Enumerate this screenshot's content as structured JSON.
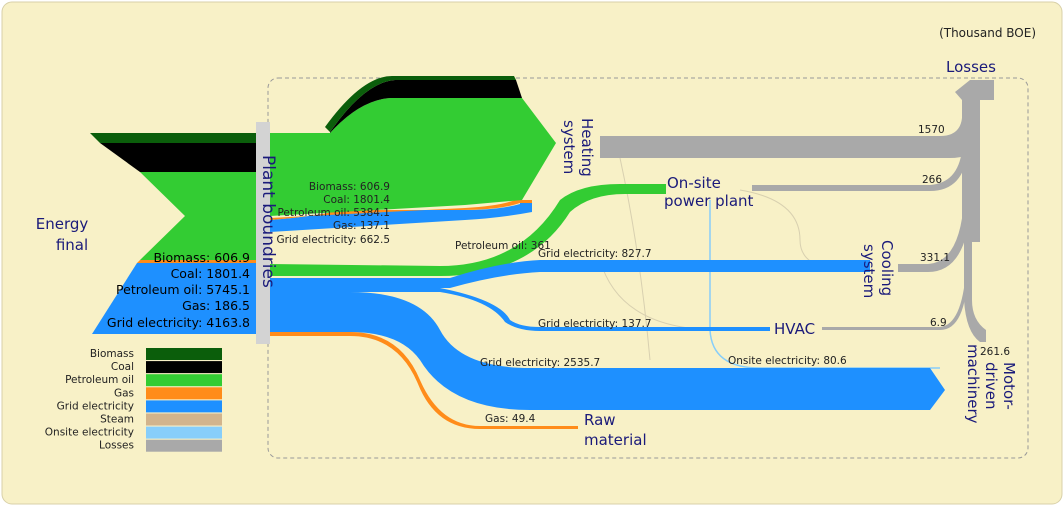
{
  "units": "(Thousand BOE)",
  "colors": {
    "background": "#f8f1c7",
    "biomass": "#0b5e0b",
    "coal": "#000000",
    "petroleum_oil": "#33cc33",
    "gas": "#ff8c1a",
    "grid_electricity": "#1e90ff",
    "steam": "#d2b48c",
    "onsite_electricity": "#87cefa",
    "losses": "#a9a9a9",
    "node_text": "#1a1a7a"
  },
  "nodes": {
    "energy_final": [
      "Energy",
      "final"
    ],
    "plant_boundaries": "Plant boundries",
    "heating_system": [
      "Heating",
      "system"
    ],
    "onsite_power_plant": [
      "On-site",
      "power plant"
    ],
    "cooling_system": [
      "Cooling",
      "system"
    ],
    "hvac": "HVAC",
    "motor_driven_machinery": [
      "Motor-",
      "driven",
      "machinery"
    ],
    "raw_material": [
      "Raw",
      "material"
    ],
    "losses": "Losses"
  },
  "input_labels": [
    "Biomass: 606.9",
    "Coal: 1801.4",
    "Petroleum oil: 5745.1",
    "Gas: 186.5",
    "Grid electricity: 4163.8"
  ],
  "heating_labels": [
    "Biomass: 606.9",
    "Coal: 1801.4",
    "Petroleum oil: 5384.1",
    "Gas: 137.1",
    "Grid electricity: 662.5"
  ],
  "flow_labels": {
    "petroleum_to_onsite": "Petroleum oil: 361",
    "grid_to_cooling": "Grid electricity: 827.7",
    "grid_to_hvac": "Grid electricity: 137.7",
    "grid_to_motor": "Grid electricity: 2535.7",
    "onsite_elec_to_motor": "Onsite electricity: 80.6",
    "gas_to_raw": "Gas: 49.4"
  },
  "loss_values": {
    "heating": "1570",
    "onsite": "266",
    "cooling": "331.1",
    "hvac": "6.9",
    "motor": "261.6"
  },
  "legend": [
    {
      "label": "Biomass",
      "color": "#0b5e0b"
    },
    {
      "label": "Coal",
      "color": "#000000"
    },
    {
      "label": "Petroleum oil",
      "color": "#33cc33"
    },
    {
      "label": "Gas",
      "color": "#ff8c1a"
    },
    {
      "label": "Grid electricity",
      "color": "#1e90ff"
    },
    {
      "label": "Steam",
      "color": "#d2b48c"
    },
    {
      "label": "Onsite electricity",
      "color": "#87cefa"
    },
    {
      "label": "Losses",
      "color": "#a9a9a9"
    }
  ]
}
